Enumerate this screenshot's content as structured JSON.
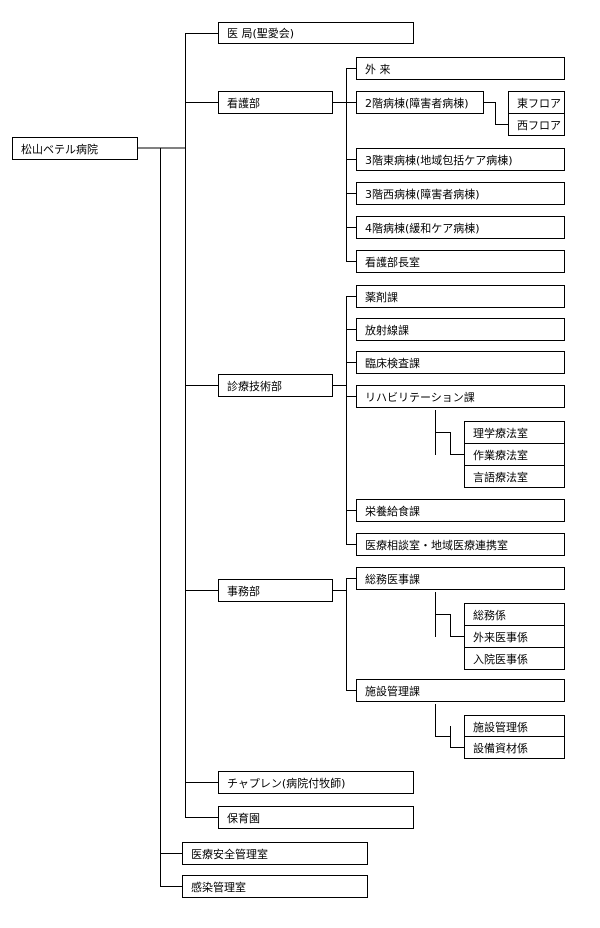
{
  "root": "松山ベテル病院",
  "level1": {
    "medical_office": "医 局(聖愛会)",
    "nursing": "看護部",
    "clinical_tech": "診療技術部",
    "admin": "事務部",
    "chaplain": "チャプレン(病院付牧師)",
    "nursery": "保育園"
  },
  "direct": {
    "safety": "医療安全管理室",
    "infection": "感染管理室"
  },
  "nursing_units": {
    "outpatient": "外 来",
    "ward2": "2階病棟(障害者病棟)",
    "ward2_east": "東フロア",
    "ward2_west": "西フロア",
    "ward3_east": "3階東病棟(地域包括ケア病棟)",
    "ward3_west": "3階西病棟(障害者病棟)",
    "ward4": "4階病棟(緩和ケア病棟)",
    "director_office": "看護部長室"
  },
  "clinical_units": {
    "pharmacy": "薬剤課",
    "radiology": "放射線課",
    "lab": "臨床検査課",
    "rehab": "リハビリテーション課",
    "pt": "理学療法室",
    "ot": "作業療法室",
    "st": "言語療法室",
    "nutrition": "栄養給食課",
    "consult": "医療相談室・地域医療連携室"
  },
  "admin_units": {
    "general": "総務医事課",
    "general_affairs": "総務係",
    "outpatient_affairs": "外来医事係",
    "inpatient_affairs": "入院医事係",
    "facility": "施設管理課",
    "facility_mgmt": "施設管理係",
    "equipment": "設備資材係"
  }
}
